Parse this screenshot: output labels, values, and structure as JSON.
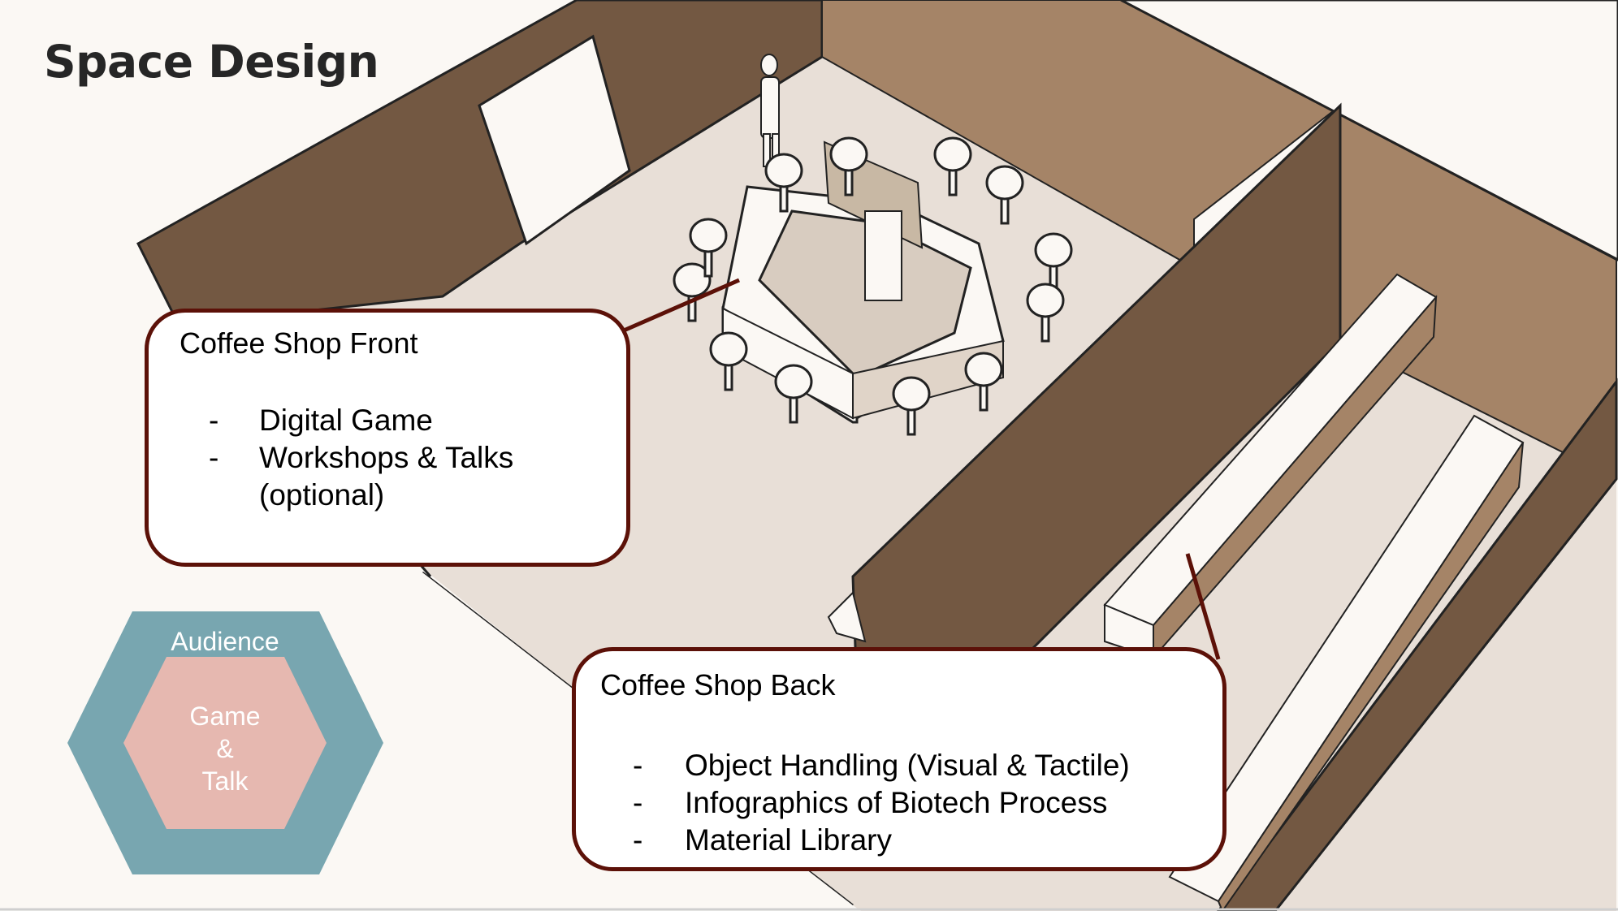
{
  "slide": {
    "title": "Space Design"
  },
  "callouts": {
    "front": {
      "heading": "Coffee Shop Front",
      "items": [
        "Digital Game",
        "Workshops & Talks (optional)"
      ],
      "item_lines": [
        [
          "Digital Game"
        ],
        [
          "Workshops & Talks",
          "(optional)"
        ]
      ]
    },
    "back": {
      "heading": "Coffee Shop Back",
      "items": [
        "Object Handling (Visual & Tactile)",
        "Infographics of Biotech Process",
        "Material Library"
      ]
    },
    "bullet": "-"
  },
  "hexagon_diagram": {
    "outer_label": "Audience",
    "inner_label_lines": [
      "Game",
      "&",
      "Talk"
    ]
  },
  "colors": {
    "background": "#fbf8f4",
    "wall_dark": "#735842",
    "wall_light": "#a58467",
    "floor": "#e8dfd7",
    "callout_border": "#5c1108",
    "hex_outer": "#78a6b0",
    "hex_inner": "#e6b8b0"
  }
}
